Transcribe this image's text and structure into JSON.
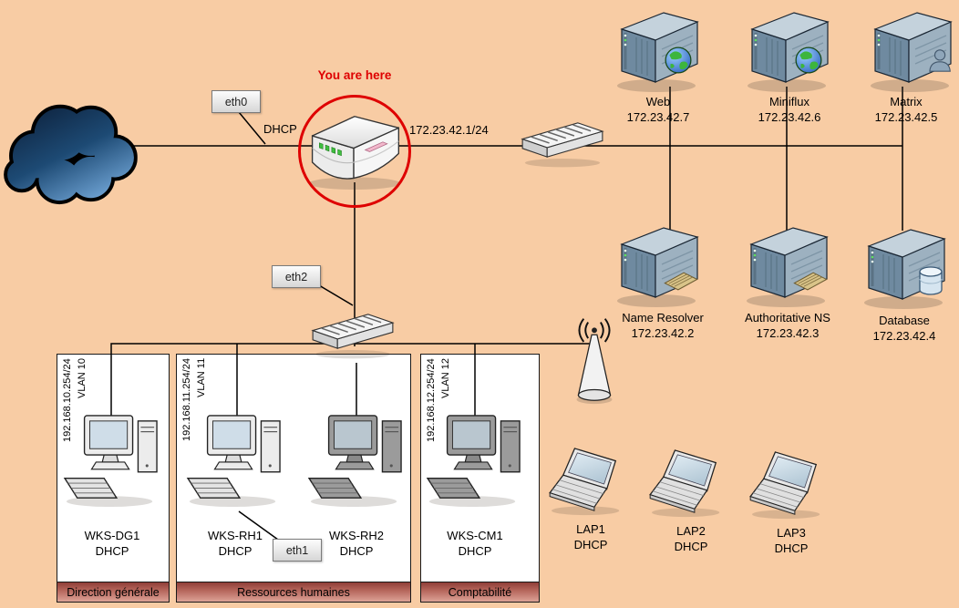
{
  "colors": {
    "background": "#F8CCA4",
    "accent_red": "#DE0000",
    "vlan_bar_dark": "#8F3E38",
    "vlan_bar_light": "#DDA296"
  },
  "annotations": {
    "you_are_here": "You are here",
    "router_wan_mode": "DHCP",
    "router_lan_ip": "172.23.42.1/24"
  },
  "interfaces": {
    "wan": "eth0",
    "vlan_trunk": "eth1",
    "dmz": "eth2"
  },
  "servers": [
    {
      "name": "Web",
      "ip": "172.23.42.7",
      "icon": "globe"
    },
    {
      "name": "Miniflux",
      "ip": "172.23.42.6",
      "icon": "globe"
    },
    {
      "name": "Matrix",
      "ip": "172.23.42.5",
      "icon": "person"
    },
    {
      "name": "Name Resolver",
      "ip": "172.23.42.2",
      "icon": "keyboard"
    },
    {
      "name": "Authoritative NS",
      "ip": "172.23.42.3",
      "icon": "keyboard"
    },
    {
      "name": "Database",
      "ip": "172.23.42.4",
      "icon": "database"
    }
  ],
  "vlans": [
    {
      "gateway": "192.168.10.254/24",
      "vlan": "VLAN 10",
      "department": "Direction générale",
      "workstations": [
        {
          "name": "WKS-DG1",
          "addressing": "DHCP"
        }
      ]
    },
    {
      "gateway": "192.168.11.254/24",
      "vlan": "VLAN 11",
      "department": "Ressources humaines",
      "workstations": [
        {
          "name": "WKS-RH1",
          "addressing": "DHCP"
        },
        {
          "name": "WKS-RH2",
          "addressing": "DHCP"
        }
      ]
    },
    {
      "gateway": "192.168.12.254/24",
      "vlan": "VLAN 12",
      "department": "Comptabilité",
      "workstations": [
        {
          "name": "WKS-CM1",
          "addressing": "DHCP"
        }
      ]
    }
  ],
  "wireless_clients": [
    {
      "name": "LAP1",
      "addressing": "DHCP"
    },
    {
      "name": "LAP2",
      "addressing": "DHCP"
    },
    {
      "name": "LAP3",
      "addressing": "DHCP"
    }
  ]
}
